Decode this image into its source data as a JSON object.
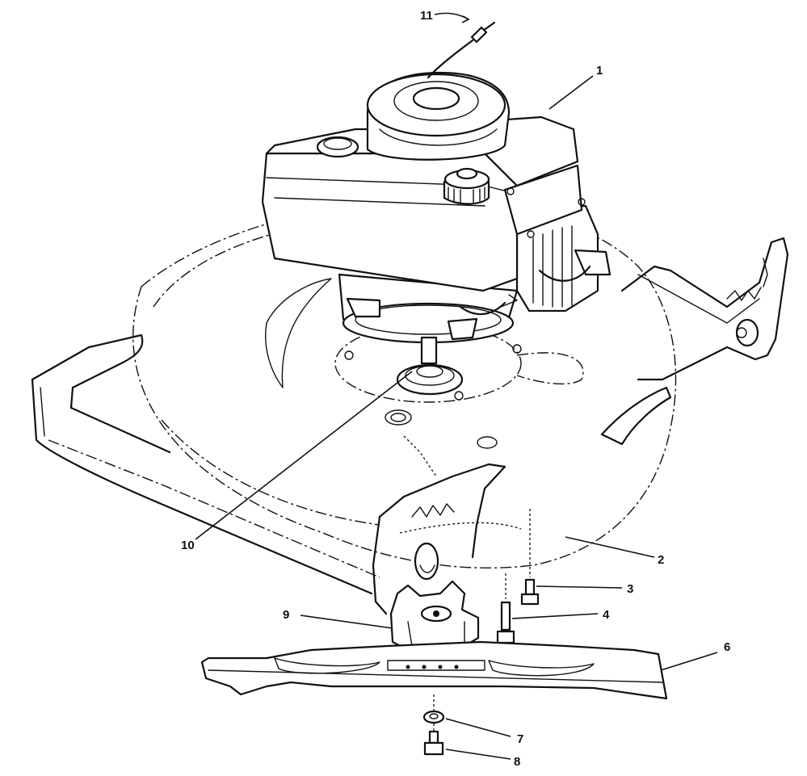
{
  "diagram": {
    "callouts": [
      {
        "id": "c1",
        "text": "1"
      },
      {
        "id": "c2",
        "text": "2"
      },
      {
        "id": "c3",
        "text": "3"
      },
      {
        "id": "c4",
        "text": "4"
      },
      {
        "id": "c6",
        "text": "6"
      },
      {
        "id": "c7",
        "text": "7"
      },
      {
        "id": "c8",
        "text": "8"
      },
      {
        "id": "c9",
        "text": "9"
      },
      {
        "id": "c10",
        "text": "10"
      },
      {
        "id": "c11",
        "text": "11"
      }
    ]
  }
}
